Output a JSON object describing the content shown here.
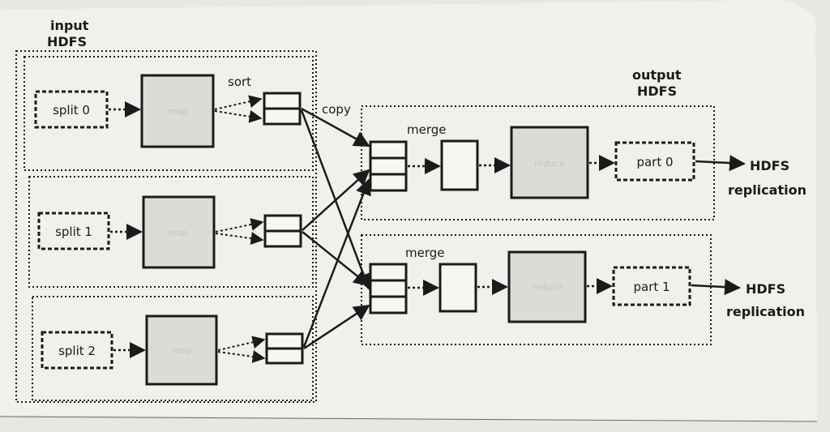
{
  "input_label": [
    "input",
    "HDFS"
  ],
  "output_label": [
    "output",
    "HDFS"
  ],
  "labels": {
    "sort": "sort",
    "copy": "copy",
    "merge": "merge"
  },
  "splits": [
    "split 0",
    "split 1",
    "split 2"
  ],
  "map_task_label": "map",
  "reduce_task_label": "reduce",
  "parts": [
    "part 0",
    "part 1"
  ],
  "replication": [
    [
      "HDFS",
      "replication"
    ],
    [
      "HDFS",
      "replication"
    ]
  ],
  "colors": {
    "page": "#f1f0ec",
    "box_gray": "#dcdbd7",
    "line": "#1b1b1b"
  }
}
